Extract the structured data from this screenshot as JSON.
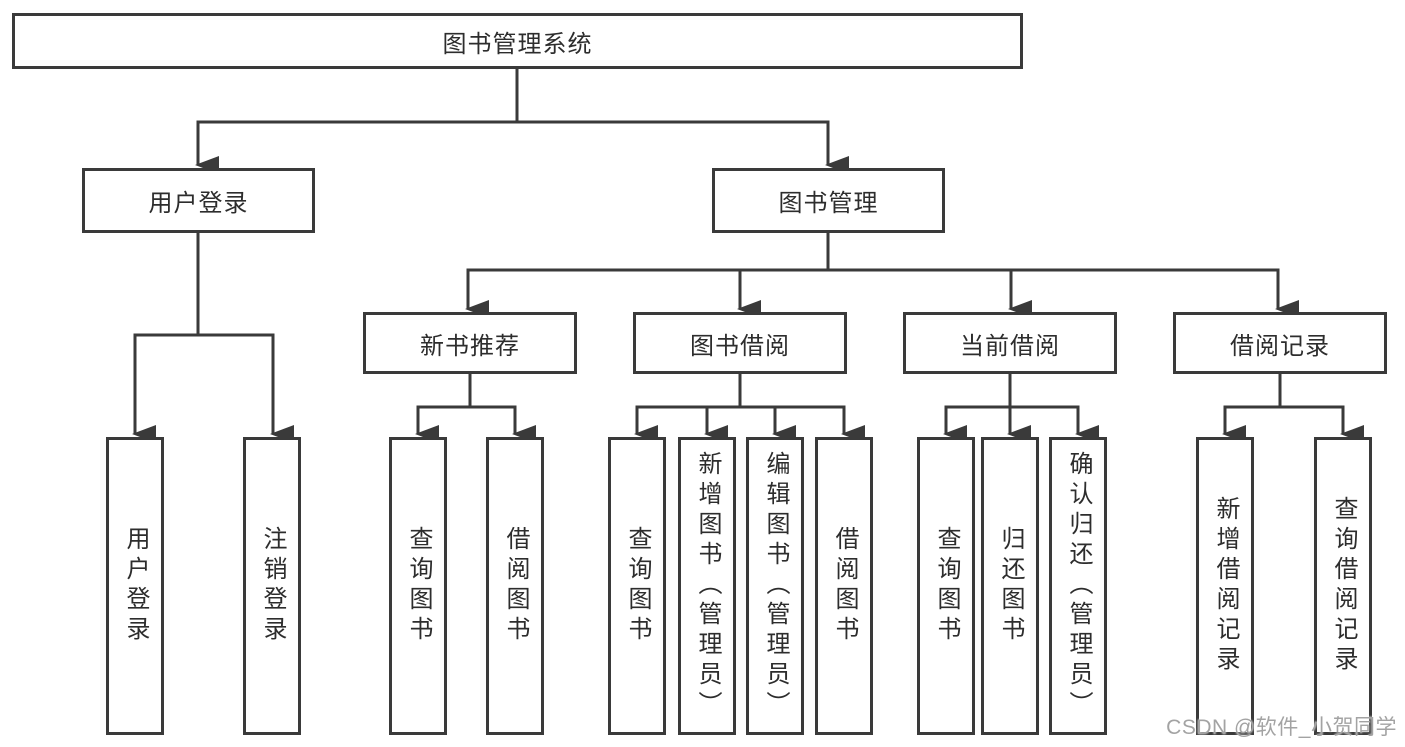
{
  "colors": {
    "line": "#3a3a3a",
    "text": "#2d2d2d",
    "background": "#ffffff",
    "watermark": "#a3a3a3"
  },
  "diagram": {
    "root": {
      "label": "图书管理系统"
    },
    "branches": [
      {
        "label": "用户登录",
        "children": [
          {
            "label": "用户登录"
          },
          {
            "label": "注销登录"
          }
        ]
      },
      {
        "label": "图书管理",
        "groups": [
          {
            "label": "新书推荐",
            "children": [
              {
                "label": "查询图书"
              },
              {
                "label": "借阅图书"
              }
            ]
          },
          {
            "label": "图书借阅",
            "children": [
              {
                "label": "查询图书"
              },
              {
                "label": "新增图书（管理员）"
              },
              {
                "label": "编辑图书（管理员）"
              },
              {
                "label": "借阅图书"
              }
            ]
          },
          {
            "label": "当前借阅",
            "children": [
              {
                "label": "查询图书"
              },
              {
                "label": "归还图书"
              },
              {
                "label": "确认归还（管理员）"
              }
            ]
          },
          {
            "label": "借阅记录",
            "children": [
              {
                "label": "新增借阅记录"
              },
              {
                "label": "查询借阅记录"
              }
            ]
          }
        ]
      }
    ]
  },
  "watermark": {
    "text": "CSDN @软件_小贺同学"
  }
}
